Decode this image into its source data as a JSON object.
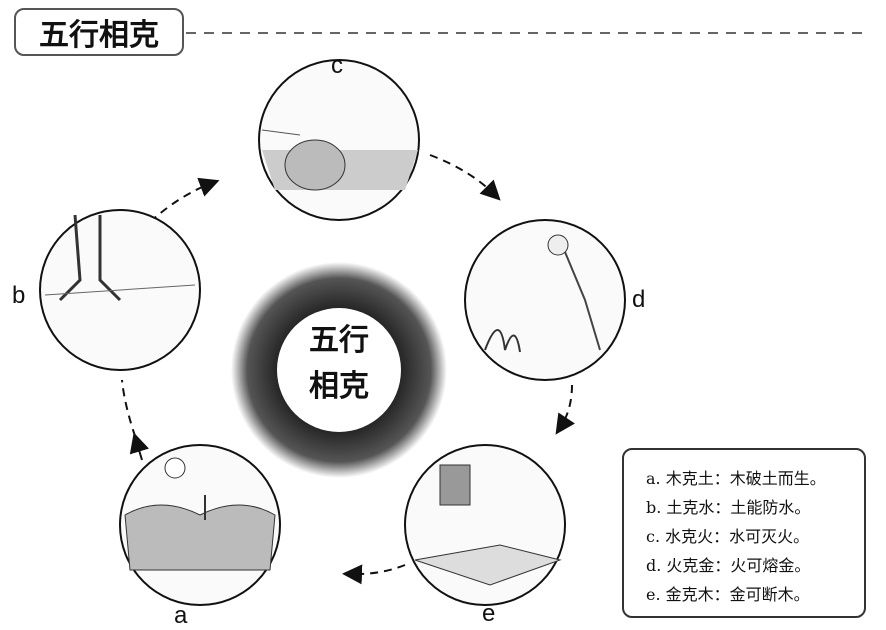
{
  "title": "五行相克",
  "center": {
    "line1": "五行",
    "line2": "相克"
  },
  "nodes": [
    {
      "id": "a",
      "label": "a",
      "scene": "sprout-splitting-rocks"
    },
    {
      "id": "b",
      "label": "b",
      "scene": "tree-roots-in-earth"
    },
    {
      "id": "c",
      "label": "c",
      "scene": "stone-dam-by-water"
    },
    {
      "id": "d",
      "label": "d",
      "scene": "woman-pouring-water-on-fire"
    },
    {
      "id": "e",
      "label": "e",
      "scene": "welder-cutting-metal"
    }
  ],
  "legend": [
    "a. 木克土：木破土而生。",
    "b. 土克水：土能防水。",
    "c. 水克火：水可灭火。",
    "d. 火克金：火可熔金。",
    "e. 金克木：金可断木。"
  ]
}
